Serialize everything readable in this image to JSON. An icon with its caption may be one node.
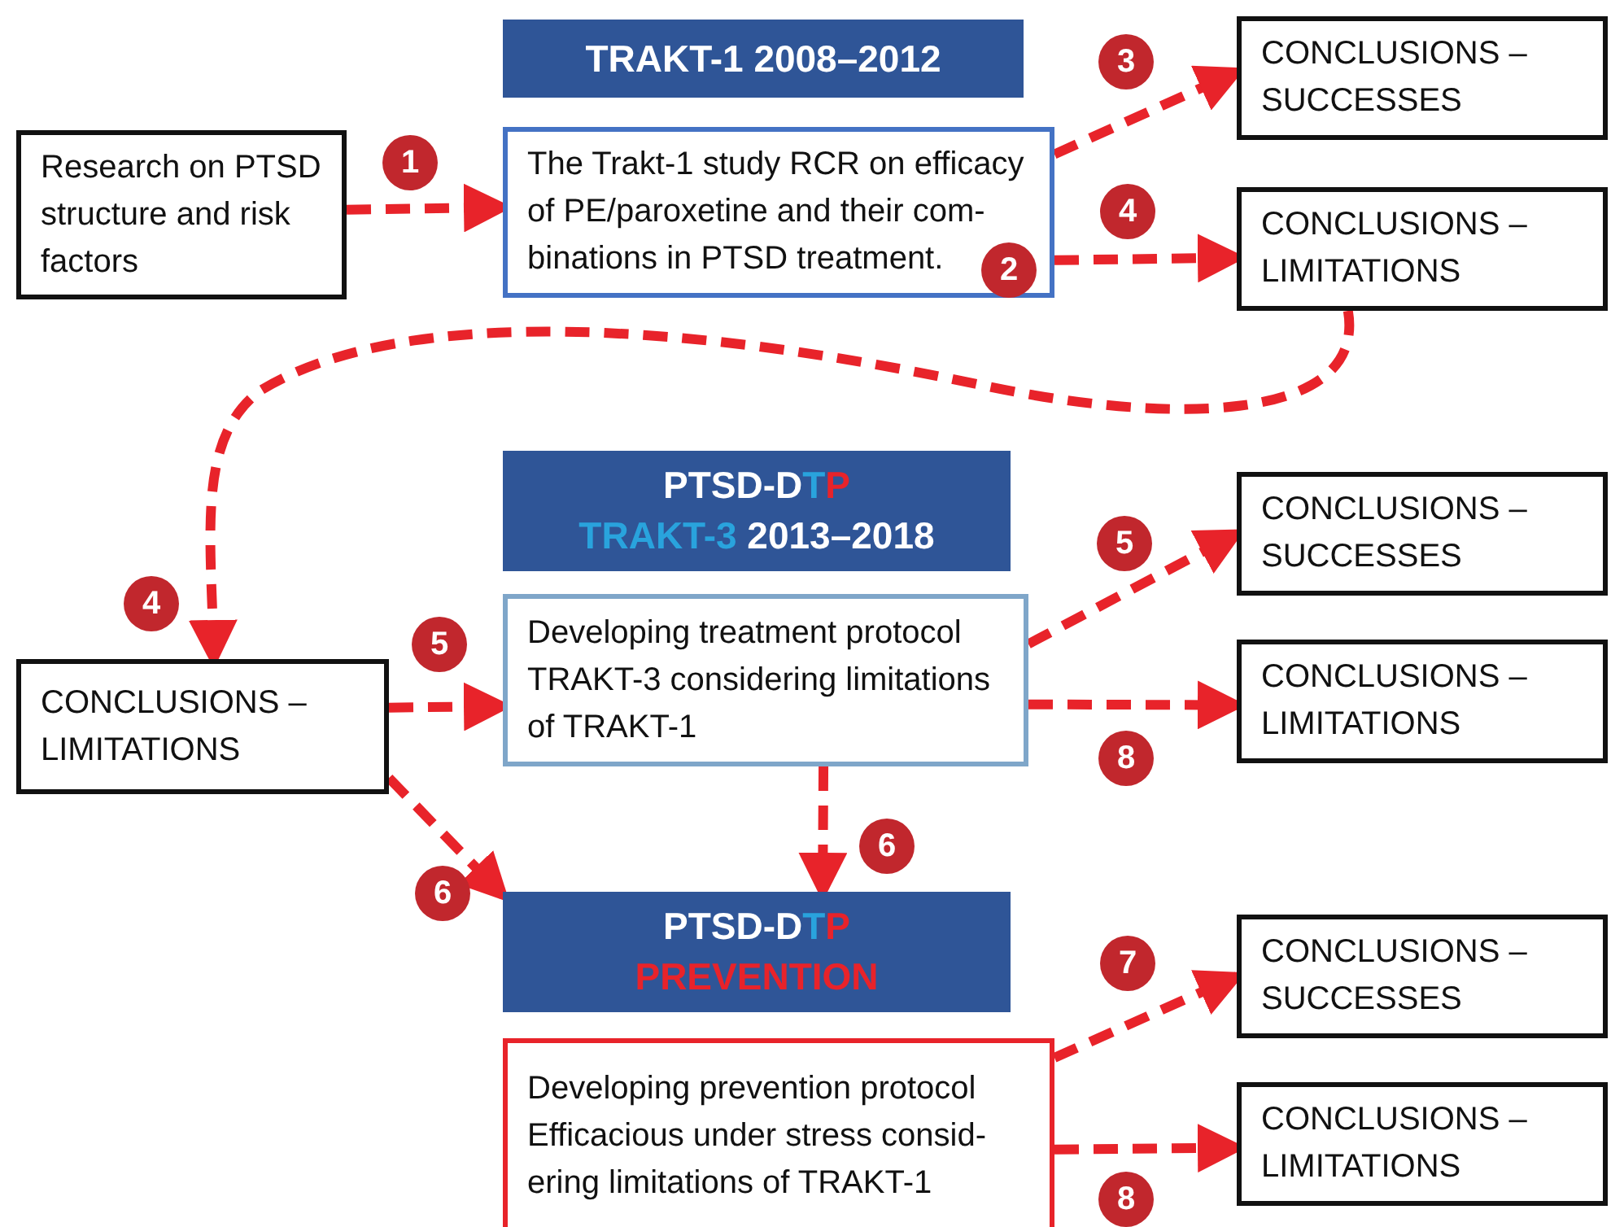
{
  "diagram": {
    "nodes": [
      {
        "text": [
          "Research on PTSD structure and risk factors"
        ]
      },
      {
        "text": [
          "TRAKT-1 2008–2012"
        ]
      },
      {
        "text": [
          "The Trakt-1 study RCR on efficacy of PE/paroxetine and their com-binations in PTSD treatment."
        ]
      },
      {
        "text": [
          "CONCLUSIONS – SUCCESSES"
        ]
      },
      {
        "text": [
          "CONCLUSIONS – LIMITATIONS"
        ]
      },
      {
        "text": [
          "PTSD-DTP",
          "TRAKT-3 2013–2018"
        ]
      },
      {
        "text": [
          "Developing treatment protocol TRAKT-3 considering limitations of TRAKT-1"
        ]
      },
      {
        "text": [
          "CONCLUSIONS – SUCCESSES"
        ]
      },
      {
        "text": [
          "CONCLUSIONS – LIMITATIONS"
        ]
      },
      {
        "text": [
          "CONCLUSIONS – LIMITATIONS"
        ]
      },
      {
        "text": [
          "PTSD-DTP",
          "PREVENTION"
        ]
      },
      {
        "text": [
          "Developing prevention protocol Efficacious under stress consid-ering limitations of TRAKT-1"
        ]
      },
      {
        "text": [
          "CONCLUSIONS – SUCCESSES"
        ]
      },
      {
        "text": [
          "CONCLUSIONS – LIMITATIONS"
        ]
      }
    ],
    "edges": [
      {
        "from": 0,
        "to": 2,
        "arrow": "to",
        "style": "dashed"
      },
      {
        "from": 2,
        "to": 3,
        "arrow": "to",
        "style": "dashed"
      },
      {
        "from": 2,
        "to": 4,
        "arrow": "to",
        "style": "dashed"
      },
      {
        "from": 4,
        "to": 9,
        "arrow": "to",
        "style": "dashed"
      },
      {
        "from": 9,
        "to": 6,
        "arrow": "to",
        "style": "dashed"
      },
      {
        "from": 9,
        "to": 10,
        "arrow": "to",
        "style": "dashed"
      },
      {
        "from": 6,
        "to": 10,
        "arrow": "to",
        "style": "dashed"
      },
      {
        "from": 6,
        "to": 7,
        "arrow": "to",
        "style": "dashed"
      },
      {
        "from": 6,
        "to": 8,
        "arrow": "to",
        "style": "dashed"
      },
      {
        "from": 11,
        "to": 12,
        "arrow": "to",
        "style": "dashed"
      },
      {
        "from": 11,
        "to": 13,
        "arrow": "to",
        "style": "dashed"
      }
    ],
    "labels": [
      "3",
      "1",
      "4",
      "2",
      "5",
      "4",
      "5",
      "8",
      "6",
      "6",
      "7",
      "8"
    ]
  }
}
